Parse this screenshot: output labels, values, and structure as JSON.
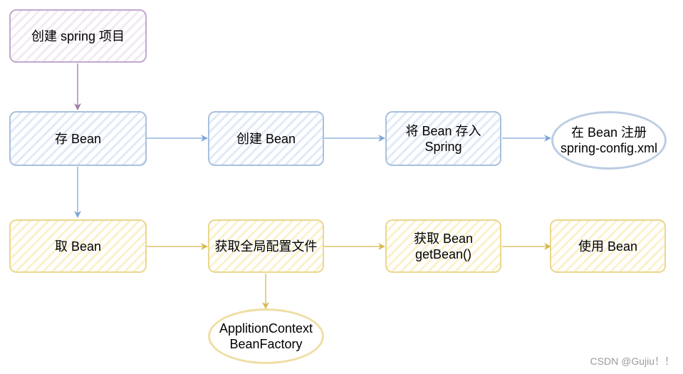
{
  "nodes": {
    "create_project": "创建 spring 项目",
    "store_bean": "存 Bean",
    "create_bean": "创建 Bean",
    "put_spring_l1": "将 Bean 存入",
    "put_spring_l2": "Spring",
    "register_l1": "在 Bean 注册",
    "register_l2": "spring-config.xml",
    "get_bean": "取 Bean",
    "get_config": "获取全局配置文件",
    "fetch_l1": "获取 Bean",
    "fetch_l2": "getBean()",
    "use_bean": "使用 Bean",
    "context_l1": "ApplitionContext",
    "context_l2": "BeanFactory"
  },
  "watermark": "CSDN @Gujiu！！",
  "colors": {
    "purple_edge": "#9d7aa9",
    "blue_edge": "#7ea6da",
    "yellow_edge": "#d8b84f"
  }
}
